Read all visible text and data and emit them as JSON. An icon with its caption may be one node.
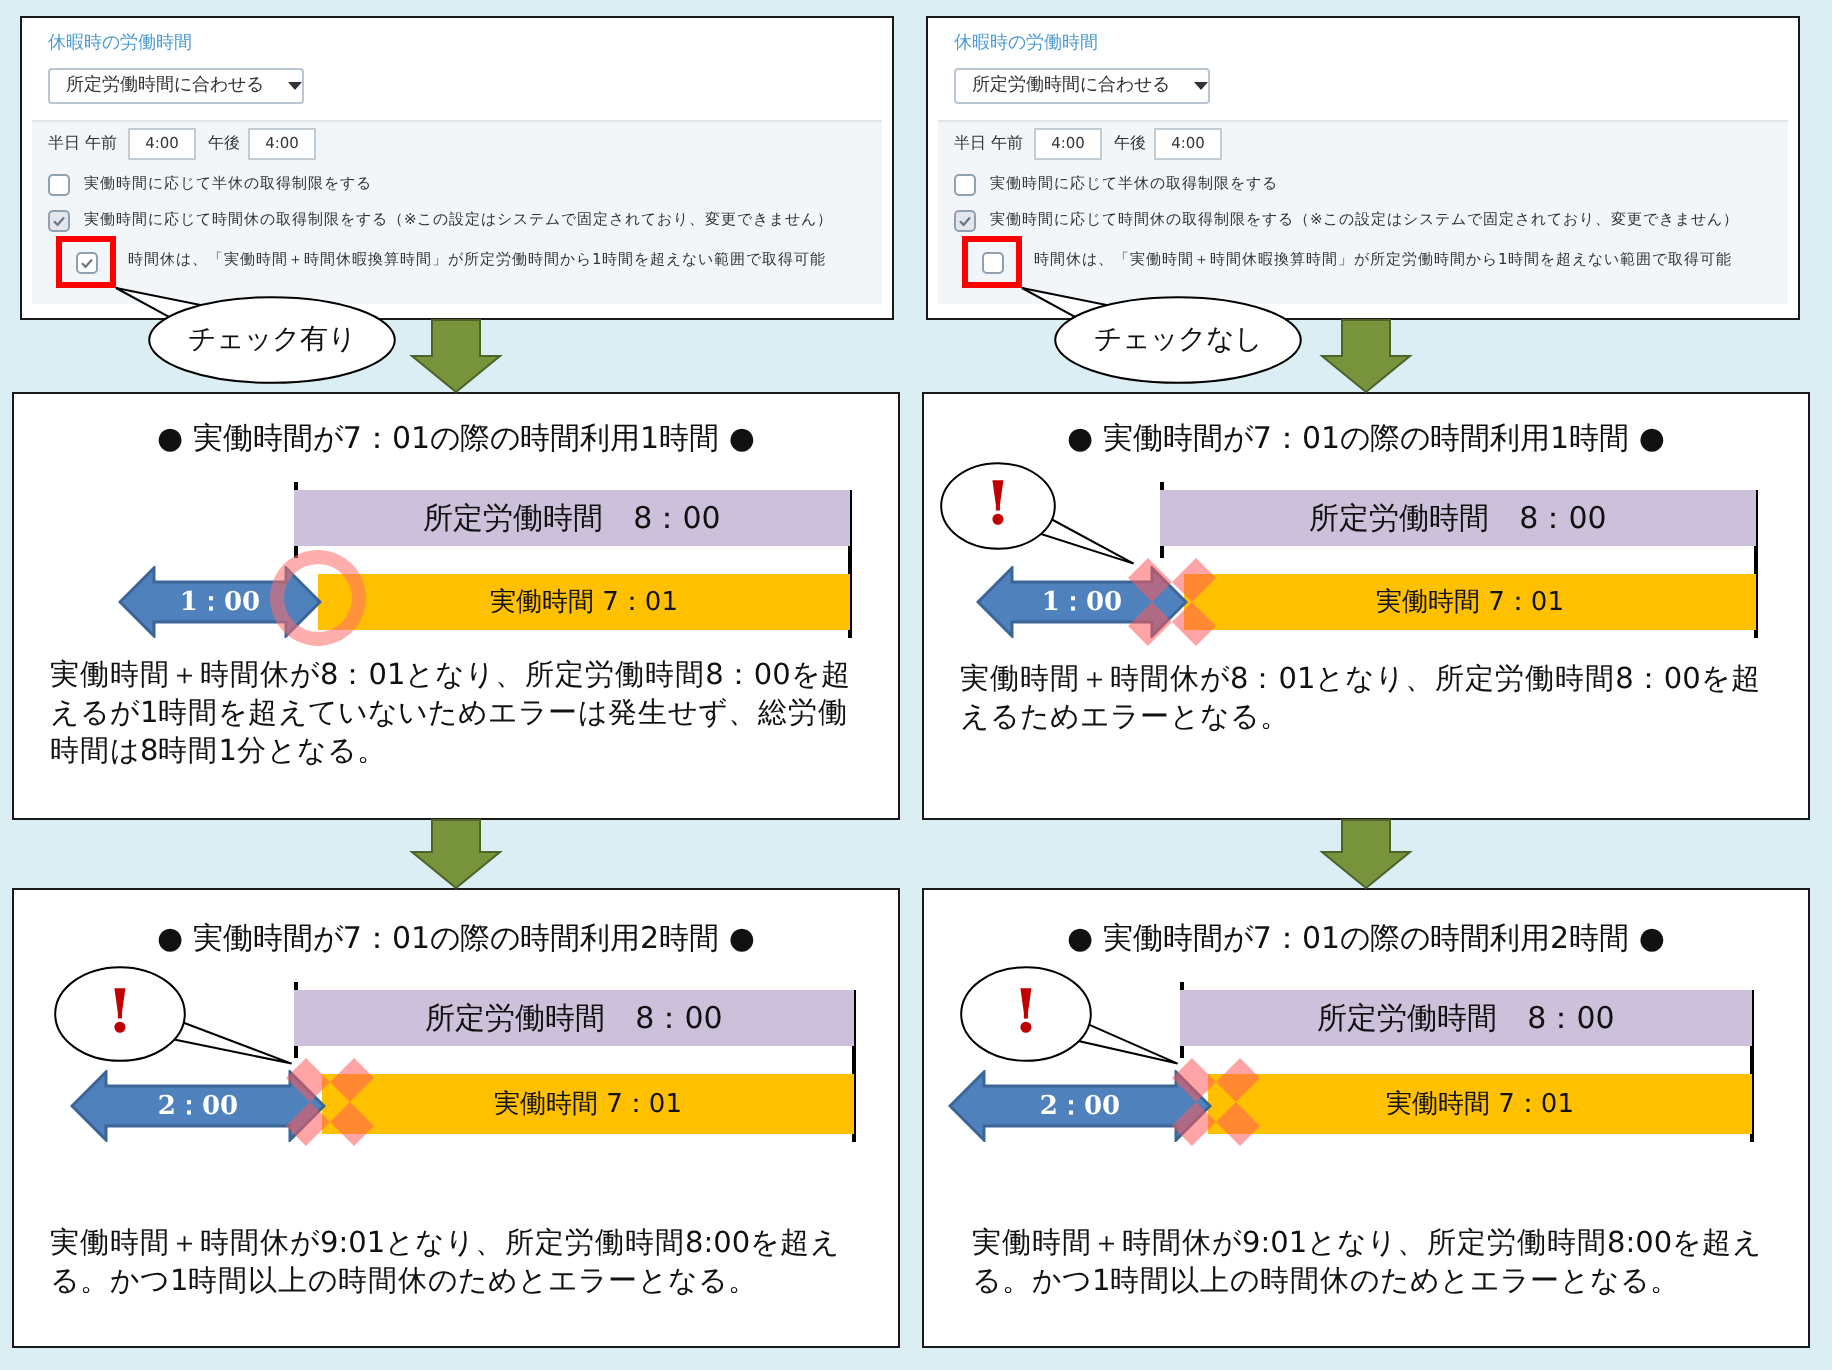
{
  "diagram": {
    "nodes": [
      {
        "text": [
          "休暇時の労働時間"
        ]
      },
      {
        "text": [
          "所定労働時間に合わせる"
        ],
        "in": 0
      },
      {
        "text": [
          "半日 午前",
          "午後",
          "実働時間に応じて半休の取得制限をする",
          "実働時間に応じて時間休の取得制限をする（※この設定はシステムで固定されており、変更できません）",
          "時間休は、「実働時間＋時間休暇換算時間」が所定労働時間から1時間を超えない範囲で取得可能"
        ],
        "in": 0
      },
      {
        "text": [
          "4:00"
        ],
        "in": 2
      },
      {
        "text": [
          "4:00"
        ],
        "in": 2
      },
      {
        "text": [],
        "shape": "box",
        "in": 2
      },
      {
        "text": [
          "チェック有り"
        ]
      },
      {
        "text": [
          "休暇時の労働時間"
        ]
      },
      {
        "text": [
          "所定労働時間に合わせる"
        ],
        "in": 7
      },
      {
        "text": [
          "半日 午前",
          "午後",
          "実働時間に応じて半休の取得制限をする",
          "実働時間に応じて時間休の取得制限をする（※この設定はシステムで固定されており、変更できません）",
          "時間休は、「実働時間＋時間休暇換算時間」が所定労働時間から1時間を超えない範囲で取得可能"
        ],
        "in": 7
      },
      {
        "text": [
          "4:00"
        ],
        "in": 9
      },
      {
        "text": [
          "4:00"
        ],
        "in": 9
      },
      {
        "text": [],
        "shape": "box",
        "in": 9
      },
      {
        "text": [
          "チェックなし"
        ]
      },
      {
        "text": [
          "● 実働時間が7：01の際の時間利用1時間 ●",
          "実働時間＋時間休が8：01となり、所定労働時間8：00を超えるが1時間を超えていないためエラーは発生せず、総労働時間は8時間1分となる。"
        ]
      },
      {
        "text": [
          "所定労働時間　8：00"
        ],
        "in": 14
      },
      {
        "text": [
          "実働時間 7：01"
        ],
        "in": 14
      },
      {
        "text": [
          "1：00"
        ],
        "in": 14
      },
      {
        "text": [
          "● 実働時間が7：01の際の時間利用1時間 ●",
          "実働時間＋時間休が8：01となり、所定労働時間8：00を超えるためエラーとなる。"
        ]
      },
      {
        "text": [
          "所定労働時間　8：00"
        ],
        "in": 18
      },
      {
        "text": [
          "実働時間 7：01"
        ],
        "in": 18
      },
      {
        "text": [
          "1：00"
        ],
        "in": 18
      },
      {
        "text": [
          "!"
        ],
        "in": 18
      },
      {
        "text": [],
        "shape": "cross",
        "in": 18
      },
      {
        "text": [
          "● 実働時間が7：01の際の時間利用2時間 ●",
          "実働時間＋時間休が9:01となり、所定労働時間8:00を超える。かつ1時間以上の時間休のためとエラーとなる。"
        ]
      },
      {
        "text": [
          "所定労働時間　8：00"
        ],
        "in": 24
      },
      {
        "text": [
          "実働時間 7：01"
        ],
        "in": 24
      },
      {
        "text": [
          "2：00"
        ],
        "in": 24
      },
      {
        "text": [
          "!"
        ],
        "in": 24
      },
      {
        "text": [],
        "shape": "cross",
        "in": 24
      },
      {
        "text": [
          "● 実働時間が7：01の際の時間利用2時間 ●",
          "実働時間＋時間休が9:01となり、所定労働時間8:00を超える。かつ1時間以上の時間休のためとエラーとなる。"
        ]
      },
      {
        "text": [
          "所定労働時間　8：00"
        ],
        "in": 30
      },
      {
        "text": [
          "実働時間 7：01"
        ],
        "in": 30
      },
      {
        "text": [
          "2：00"
        ],
        "in": 30
      },
      {
        "text": [
          "!"
        ],
        "in": 30
      },
      {
        "text": [],
        "shape": "cross",
        "in": 30
      }
    ],
    "edges": [
      {
        "from": 0,
        "to": 14,
        "arrow": "to",
        "style": "thick",
        "color": "#77933c"
      },
      {
        "from": 14,
        "to": 24,
        "arrow": "to",
        "style": "thick",
        "color": "#77933c"
      },
      {
        "from": 7,
        "to": 18,
        "arrow": "to",
        "style": "thick",
        "color": "#77933c"
      },
      {
        "from": 18,
        "to": 30,
        "arrow": "to",
        "style": "thick",
        "color": "#77933c"
      },
      {
        "from": 6,
        "to": 5,
        "arrow": "none"
      },
      {
        "from": 13,
        "to": 12,
        "arrow": "none"
      },
      {
        "from": 22,
        "to": 23,
        "arrow": "none"
      },
      {
        "from": 28,
        "to": 29,
        "arrow": "none"
      },
      {
        "from": 34,
        "to": 35,
        "arrow": "none"
      }
    ]
  }
}
